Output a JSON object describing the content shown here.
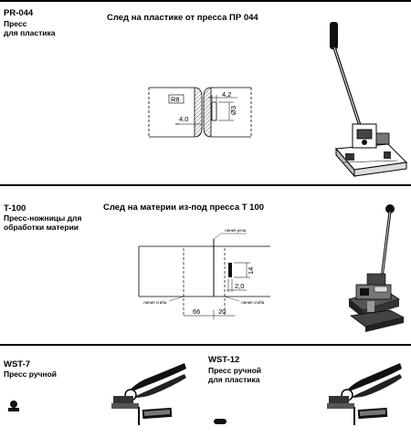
{
  "sections": {
    "pr044": {
      "code": "PR-044",
      "line1": "Пресс",
      "line2": "для пластика",
      "heading": "След на пластике от пресса ПР 044",
      "dims": {
        "r": "R8",
        "a": "4,2",
        "b": "Ø3",
        "c": "4,0"
      }
    },
    "t100": {
      "code": "T-100",
      "line1": "Пресс-ножницы для",
      "line2": "обработки материи",
      "heading": "След на материи из-под пресса Т 100",
      "dims": {
        "cut_line": "линия реза",
        "fold_left": "линия сгиба",
        "fold_right": "линия сгиба",
        "h": "14",
        "w": "2,0",
        "d1": "66",
        "d2": "20"
      }
    },
    "wst7": {
      "code": "WST-7",
      "line1": "Пресс ручной"
    },
    "wst12": {
      "code": "WST-12",
      "line1": "Пресс ручной",
      "line2": "для пластика"
    }
  }
}
